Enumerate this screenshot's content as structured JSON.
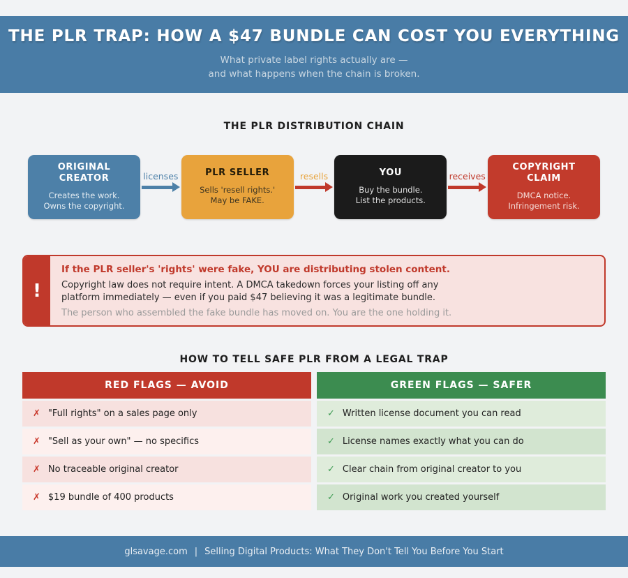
{
  "header": {
    "title": "THE PLR TRAP: HOW A $47 BUNDLE CAN COST YOU EVERYTHING",
    "subtitle": "What private label rights actually are —\nand what happens when the chain is broken."
  },
  "chain": {
    "heading": "THE PLR DISTRIBUTION CHAIN",
    "nodes": [
      {
        "title": "ORIGINAL\nCREATOR",
        "body": "Creates the work.\nOwns the copyright.",
        "bg": "#4d80a8",
        "title_color": "#ffffff",
        "body_color": "#e4ecf2"
      },
      {
        "title": "PLR SELLER",
        "body": "Sells 'resell rights.'\nMay be FAKE.",
        "bg": "#e8a33c",
        "title_color": "#211a08",
        "body_color": "#3b3321"
      },
      {
        "title": "YOU",
        "body": "Buy the bundle.\nList the products.",
        "bg": "#1b1b1b",
        "title_color": "#ffffff",
        "body_color": "#e0e0e0"
      },
      {
        "title": "COPYRIGHT\nCLAIM",
        "body": "DMCA notice.\nInfringement risk.",
        "bg": "#c23b2c",
        "title_color": "#ffffff",
        "body_color": "#f5ddd9"
      }
    ],
    "arrows": [
      {
        "label": "licenses",
        "label_color": "#4d80a8",
        "color": "#4d80a8"
      },
      {
        "label": "resells",
        "label_color": "#e8a33c",
        "color": "#c0392b"
      },
      {
        "label": "receives",
        "label_color": "#c0392b",
        "color": "#c0392b"
      }
    ]
  },
  "warning": {
    "icon": "!",
    "title": "If the PLR seller's 'rights' were fake, YOU are distributing stolen content.",
    "body": "Copyright law does not require intent. A DMCA takedown forces your listing off any\nplatform immediately — even if you paid $47 believing it was a legitimate bundle.",
    "note": "The person who assembled the fake bundle has moved on. You are the one holding it."
  },
  "comparison": {
    "heading": "HOW TO TELL SAFE PLR FROM A LEGAL TRAP",
    "red": {
      "header": "RED FLAGS — AVOID",
      "mark": "✗",
      "items": [
        "\"Full rights\" on a sales page only",
        "\"Sell as your own\" — no specifics",
        "No traceable original creator",
        "$19 bundle of 400 products"
      ]
    },
    "green": {
      "header": "GREEN FLAGS — SAFER",
      "mark": "✓",
      "items": [
        "Written license document you can read",
        "License names exactly what you can do",
        "Clear chain from original creator to you",
        "Original work you created yourself"
      ]
    }
  },
  "footer": {
    "site": "glsavage.com",
    "separator": "|",
    "text": "Selling Digital Products: What They Don't Tell You Before You Start"
  }
}
